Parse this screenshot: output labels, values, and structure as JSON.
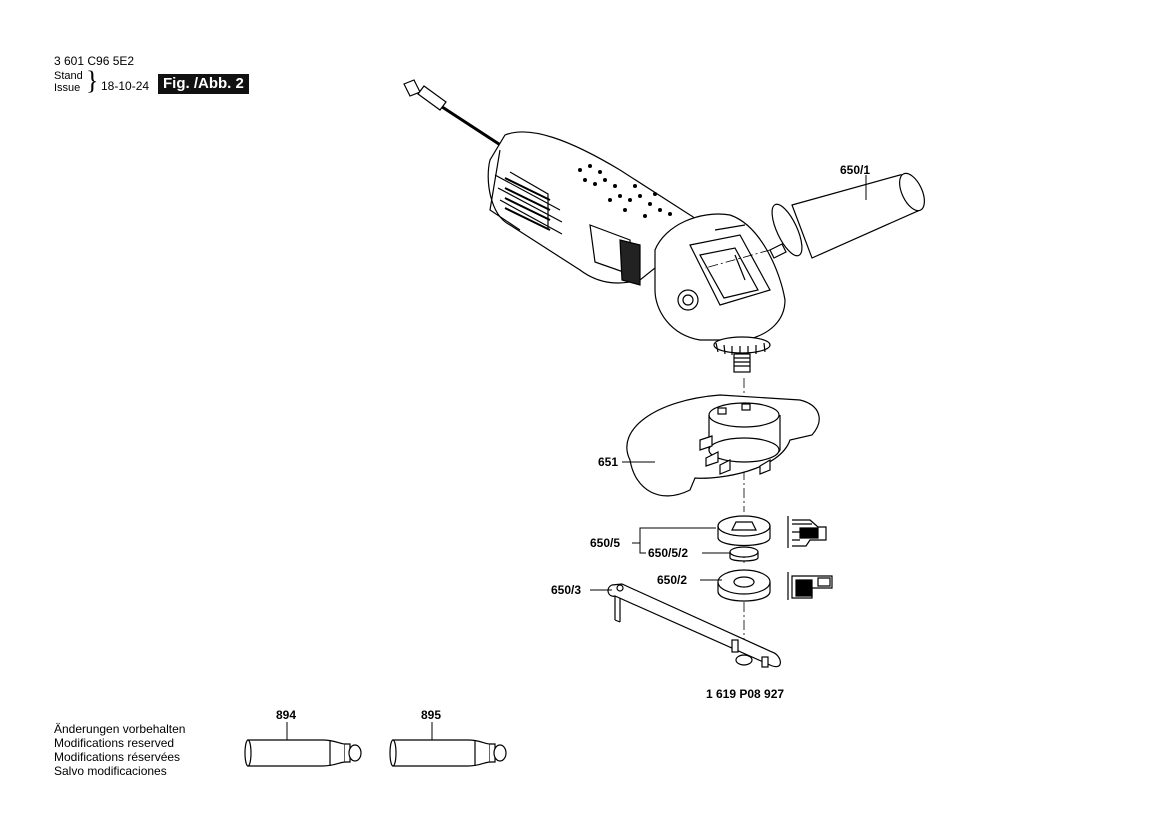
{
  "header": {
    "doc_number": "3 601 C96 5E2",
    "stand_label": "Stand",
    "issue_label": "Issue",
    "brace": "}",
    "date": "18-10-24",
    "figure_label": "Fig. /Abb. 2"
  },
  "parts": {
    "p650_1": "650/1",
    "p651": "651",
    "p650_5": "650/5",
    "p650_5_2": "650/5/2",
    "p650_2": "650/2",
    "p650_3": "650/3",
    "p894": "894",
    "p895": "895"
  },
  "set_number": "1 619 P08 927",
  "notices": [
    "Änderungen vorbehalten",
    "Modifications reserved",
    "Modifications réservées",
    "Salvo modificaciones"
  ]
}
